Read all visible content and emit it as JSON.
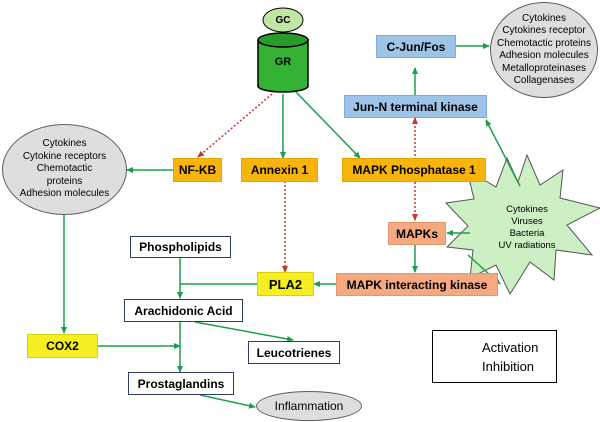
{
  "colors": {
    "activation": "#1aa04a",
    "inhibition": "#c0392b",
    "gr_green": "#34b233",
    "gc_green": "#bfe6a4",
    "nfkb_orange": "#f8b40a",
    "pla2_yellow": "#f5ef22",
    "mapk_salmon": "#f4a981",
    "jun_blue": "#9dc3e6",
    "ellipse_gray": "#dedede",
    "box_border": "#2f3d6b"
  },
  "nodes": {
    "gc": "GC",
    "gr": "GR",
    "cjun": "C-Jun/Fos",
    "jnk": "Jun-N terminal kinase",
    "nfkb": "NF-KB",
    "annexin": "Annexin 1",
    "mkp1": "MAPK Phosphatase 1",
    "mapks": "MAPKs",
    "phospholipids": "Phospholipids",
    "pla2": "PLA2",
    "mapk_ik": "MAPK interacting kinase",
    "arachidonic": "Arachidonic Acid",
    "cox2": "COX2",
    "leucotrienes": "Leucotrienes",
    "prostaglandins": "Prostaglandins",
    "inflammation": "Inflammation"
  },
  "ellipse_left": [
    "Cytokines",
    "Cytokine receptors",
    "Chemotactic",
    "proteins",
    "Adhesion molecules"
  ],
  "ellipse_right": [
    "Cytokines",
    "Cytokines receptor",
    "Chemotactic proteins",
    "Adhesion molecules",
    "Metalloproteinases",
    "Collagenases"
  ],
  "star_items": [
    "Cytokines",
    "Viruses",
    "Bacteria",
    "UV radiations"
  ],
  "legend": {
    "activation": "Activation",
    "inhibition": "Inhibition"
  }
}
